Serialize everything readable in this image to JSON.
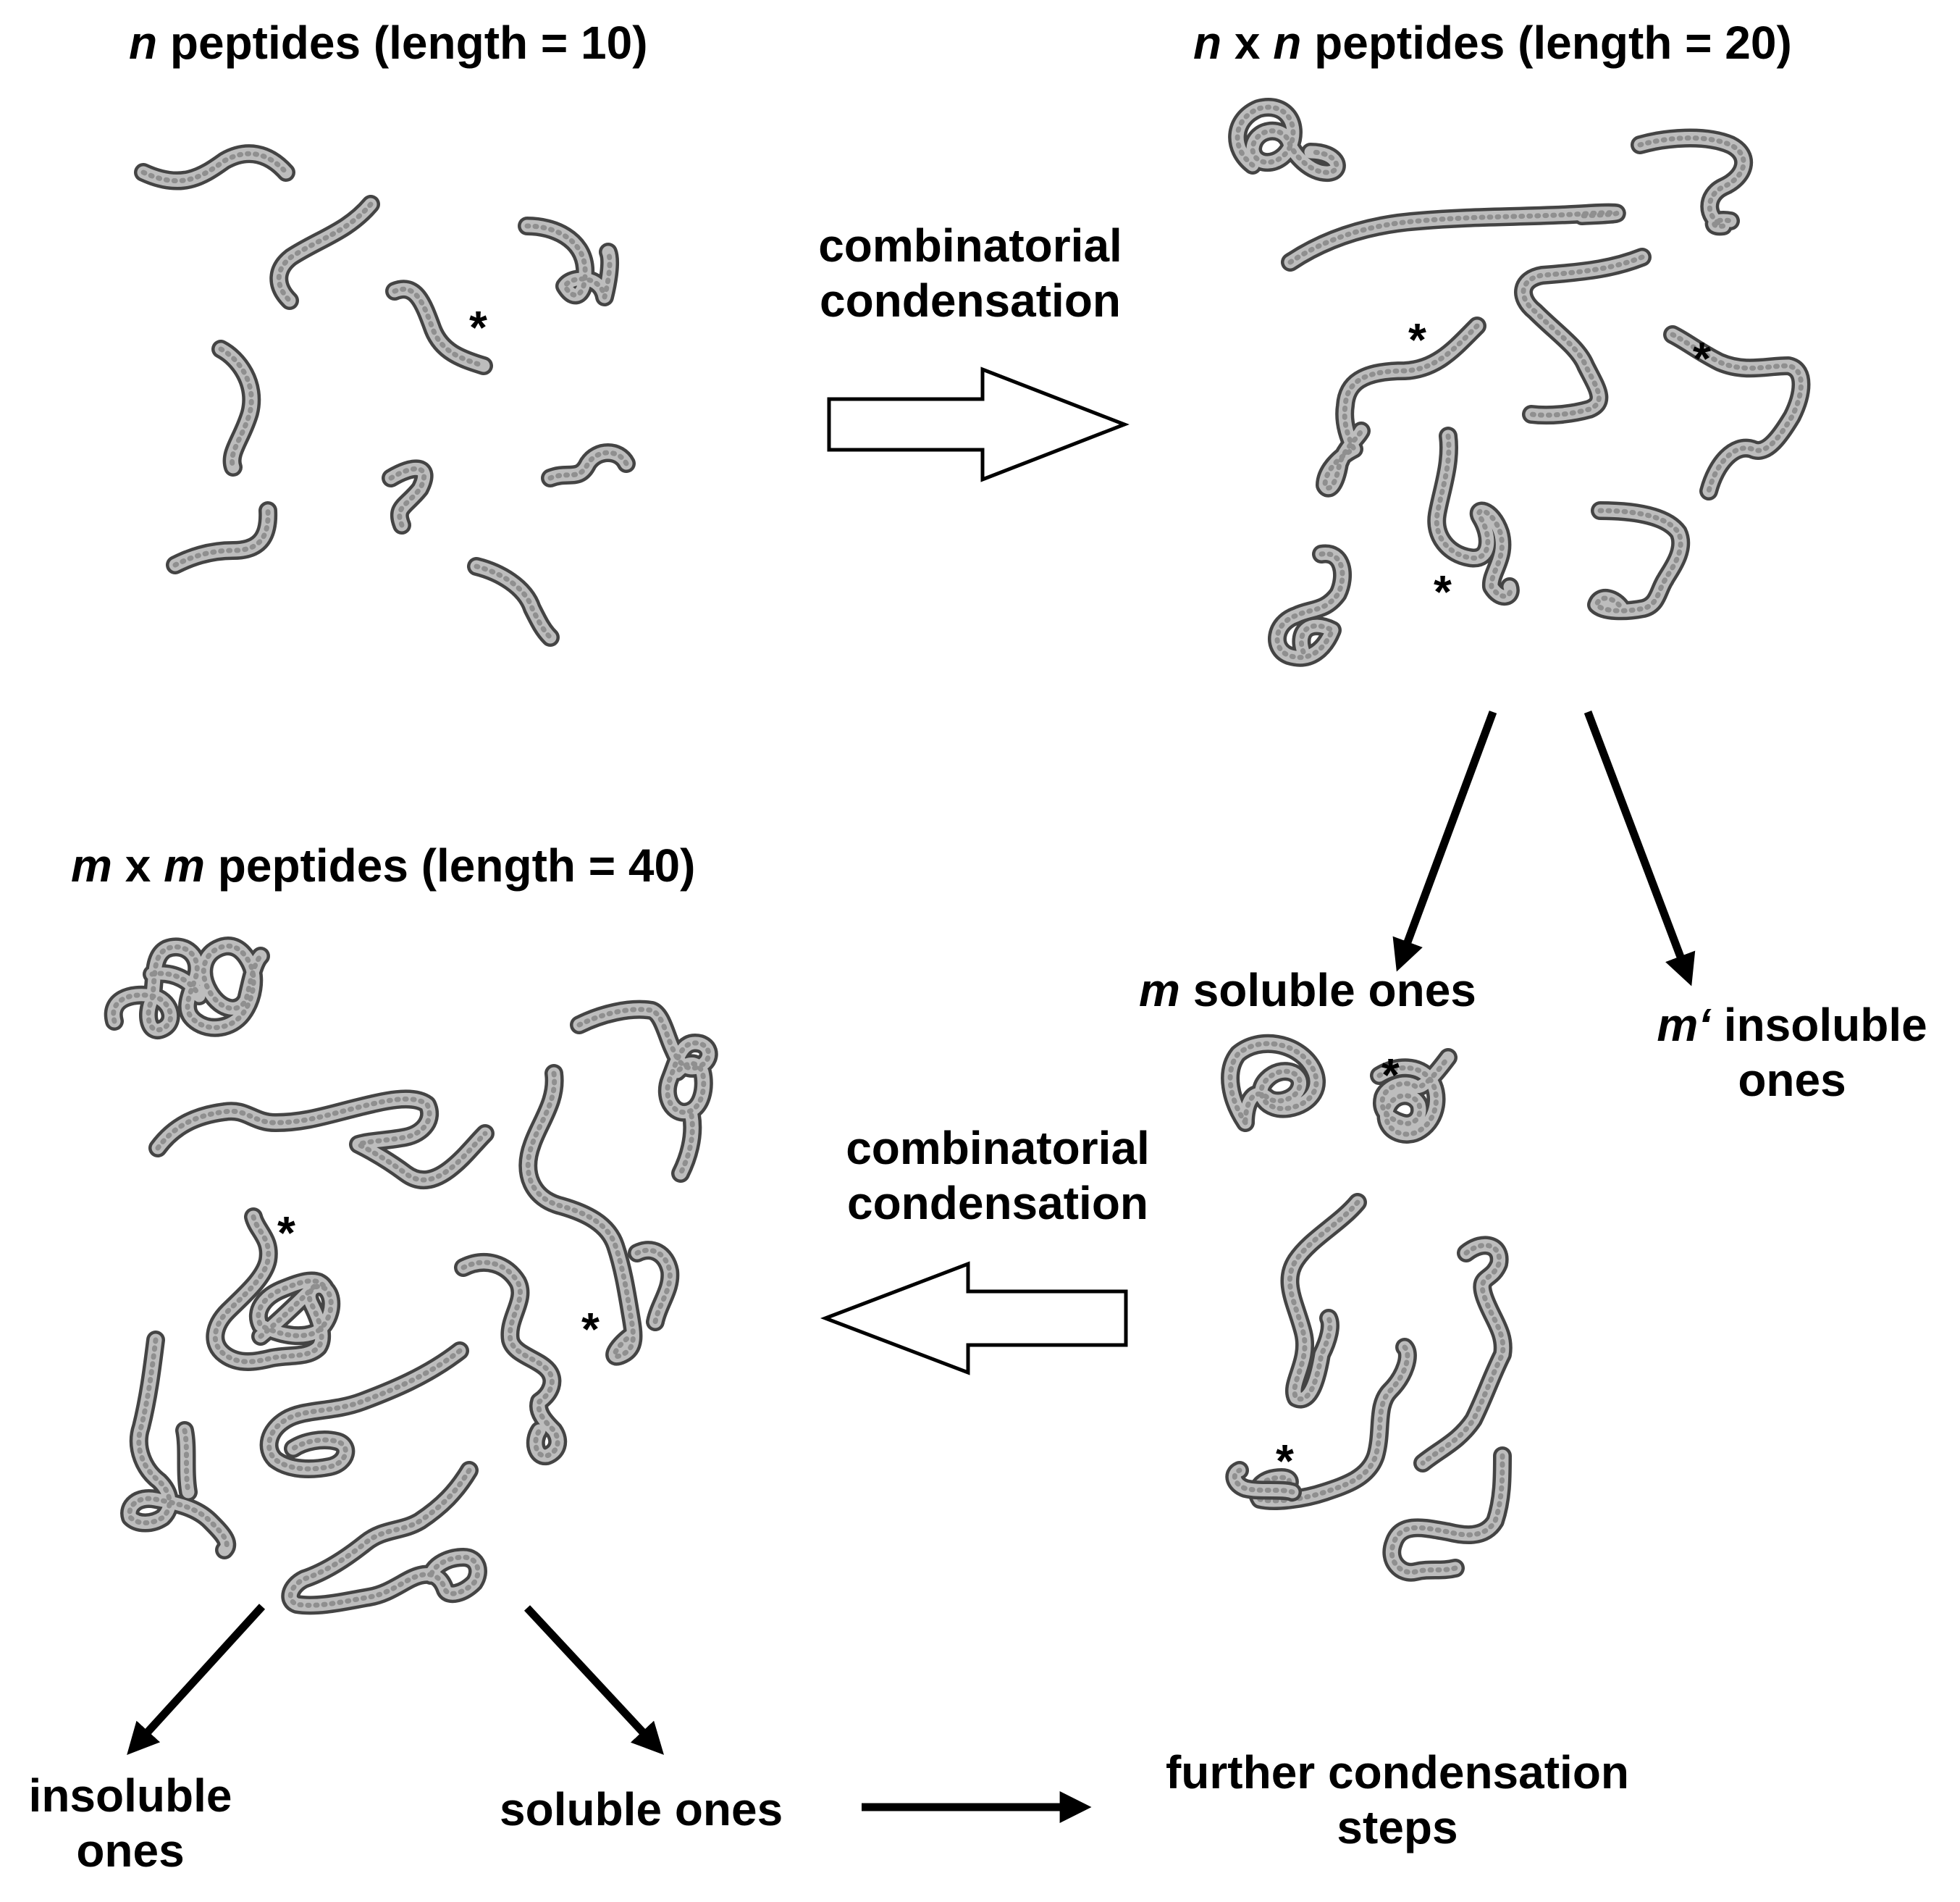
{
  "stage1": {
    "var": "n",
    "title": " peptides (length = 10)"
  },
  "stage2": {
    "var_a": "n",
    "times": " x ",
    "var_b": "n",
    "title": " peptides (length = 20)"
  },
  "stage3": {
    "var_a": "m",
    "times": " x ",
    "var_b": "m",
    "title": " peptides (length = 40)"
  },
  "step_top": {
    "line1": "combinatorial",
    "line2": "condensation"
  },
  "step_mid": {
    "line1": "combinatorial",
    "line2": "condensation"
  },
  "soluble_m": {
    "var": "m",
    "text": " soluble ones"
  },
  "insoluble_m": {
    "var": "m‘",
    "line1": " insoluble",
    "line2": "ones"
  },
  "bottom": {
    "insoluble": {
      "line1": "insoluble",
      "line2": "ones"
    },
    "soluble": "soluble ones",
    "further": {
      "line1": "further condensation",
      "line2": "steps"
    }
  },
  "marker": "*",
  "colors": {
    "peptide_fill": "#bdbdbd",
    "peptide_outline": "#444444",
    "arrow": "#000000"
  }
}
